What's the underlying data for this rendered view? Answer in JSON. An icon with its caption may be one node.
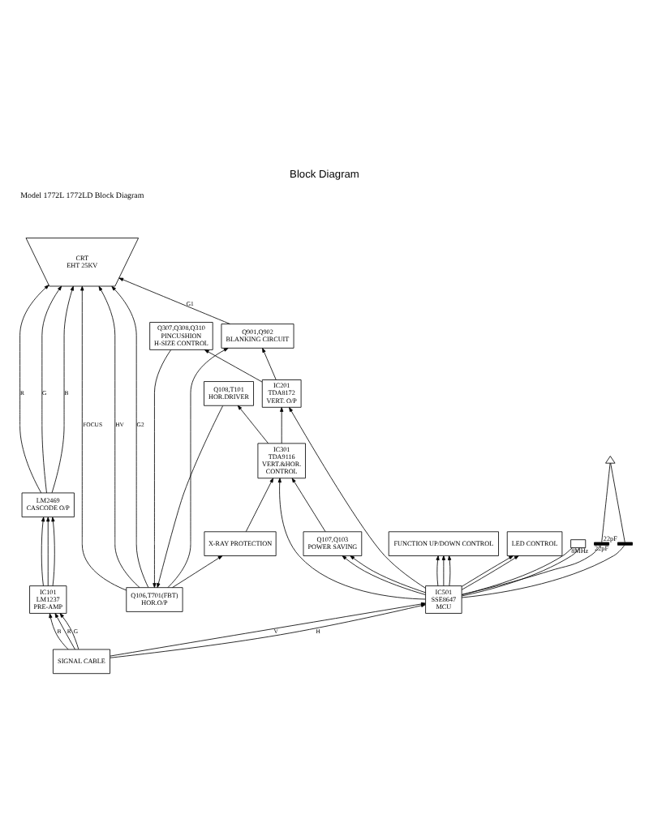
{
  "diagram": {
    "title": "Block Diagram",
    "nodes": [
      {
        "text": [
          "CRT",
          "EHT 25KV"
        ]
      },
      {
        "text": [
          "Q106,T701(FBT)",
          "HOR.O/P"
        ]
      },
      {
        "text": [
          "X-RAY PROTECTION"
        ]
      },
      {
        "text": [
          "LM2469",
          "CASCODE O/P"
        ]
      },
      {
        "text": [
          "Q108,T101",
          "HOR.DRIVER"
        ]
      },
      {
        "text": [
          "IC301",
          "TDA9116",
          "VERT.&HOR.",
          "CONTROL"
        ]
      },
      {
        "text": [
          "Q107,Q103",
          "POWER SAVING"
        ]
      },
      {
        "text": [
          "Q307,Q308,Q310",
          "PINCUSHION",
          "H-SIZE CONTROL"
        ]
      },
      {
        "text": [
          "Q901,Q902",
          "BLANKING CIRCUIT"
        ]
      },
      {
        "text": [
          "IC101",
          "LM1237",
          "PRE-AMP"
        ]
      },
      {
        "text": [
          "IC501",
          "SSE8647",
          "MCU"
        ]
      },
      {
        "text": [
          "IC201",
          "TDA8172",
          "VERT. O/P"
        ]
      },
      {
        "text": [
          "SIGNAL CABLE"
        ]
      },
      {
        "text": [
          "FUNCTION UP/DOWN CONTROL"
        ]
      },
      {
        "text": [
          "LED CONTROL"
        ]
      },
      {
        "text": [],
        "shape": "box",
        "beside": [
          "8MHz"
        ]
      },
      {
        "text": [],
        "shape": "bar",
        "beside": [
          "22pF"
        ]
      },
      {
        "text": [],
        "shape": "bar",
        "beside": [
          "22pF"
        ]
      },
      {
        "text": [],
        "shape": "triangle"
      }
    ],
    "edges": [
      {
        "from": 12,
        "to": 9,
        "arrow": "to",
        "label": "R"
      },
      {
        "from": 12,
        "to": 9,
        "arrow": "to",
        "label": "G"
      },
      {
        "from": 12,
        "to": 9,
        "arrow": "to",
        "label": "B"
      },
      {
        "from": 9,
        "to": 3,
        "arrow": "to"
      },
      {
        "from": 9,
        "to": 3,
        "arrow": "to"
      },
      {
        "from": 9,
        "to": 3,
        "arrow": "to"
      },
      {
        "from": 3,
        "to": 0,
        "arrow": "to",
        "label": "R"
      },
      {
        "from": 3,
        "to": 0,
        "arrow": "to",
        "label": "G"
      },
      {
        "from": 3,
        "to": 0,
        "arrow": "to",
        "label": "B"
      },
      {
        "from": 8,
        "to": 0,
        "arrow": "to",
        "label": "G1"
      },
      {
        "from": 1,
        "to": 0,
        "arrow": "to",
        "label": "HV"
      },
      {
        "from": 1,
        "to": 0,
        "arrow": "to",
        "label": "G2"
      },
      {
        "from": 1,
        "to": 0,
        "arrow": "to",
        "label": "FOCUS"
      },
      {
        "from": 1,
        "to": 2,
        "arrow": "to"
      },
      {
        "from": 7,
        "to": 1,
        "arrow": "to"
      },
      {
        "from": 1,
        "to": 8,
        "arrow": "to"
      },
      {
        "from": 2,
        "to": 5,
        "arrow": "to"
      },
      {
        "from": 6,
        "to": 5,
        "arrow": "to"
      },
      {
        "from": 10,
        "to": 5,
        "arrow": "to"
      },
      {
        "from": 5,
        "to": 4,
        "arrow": "to"
      },
      {
        "from": 4,
        "to": 1,
        "arrow": "to"
      },
      {
        "from": 10,
        "to": 6,
        "arrow": "to"
      },
      {
        "from": 10,
        "to": 6,
        "arrow": "to"
      },
      {
        "from": 10,
        "to": 11,
        "arrow": "to"
      },
      {
        "from": 5,
        "to": 11,
        "arrow": "to"
      },
      {
        "from": 11,
        "to": 8,
        "arrow": "to"
      },
      {
        "from": 11,
        "to": 7,
        "arrow": "to"
      },
      {
        "from": 12,
        "to": 10,
        "arrow": "to",
        "label": "V"
      },
      {
        "from": 12,
        "to": 10,
        "arrow": "to",
        "label": "H"
      },
      {
        "from": 10,
        "to": 13,
        "arrow": "to"
      },
      {
        "from": 10,
        "to": 13,
        "arrow": "to"
      },
      {
        "from": 10,
        "to": 13,
        "arrow": "to"
      },
      {
        "from": 10,
        "to": 14,
        "arrow": "to"
      },
      {
        "from": 10,
        "to": 14,
        "arrow": "to"
      },
      {
        "from": 10,
        "to": 15,
        "arrow": "none"
      },
      {
        "from": 10,
        "to": 16,
        "arrow": "none"
      },
      {
        "from": 10,
        "to": 15,
        "arrow": "none"
      },
      {
        "from": 10,
        "to": 17,
        "arrow": "none"
      },
      {
        "from": 16,
        "to": 18,
        "arrow": "none"
      },
      {
        "from": 17,
        "to": 18,
        "arrow": "none"
      }
    ],
    "labels": [
      "Model 1772L 1772LD Block Diagram"
    ]
  }
}
